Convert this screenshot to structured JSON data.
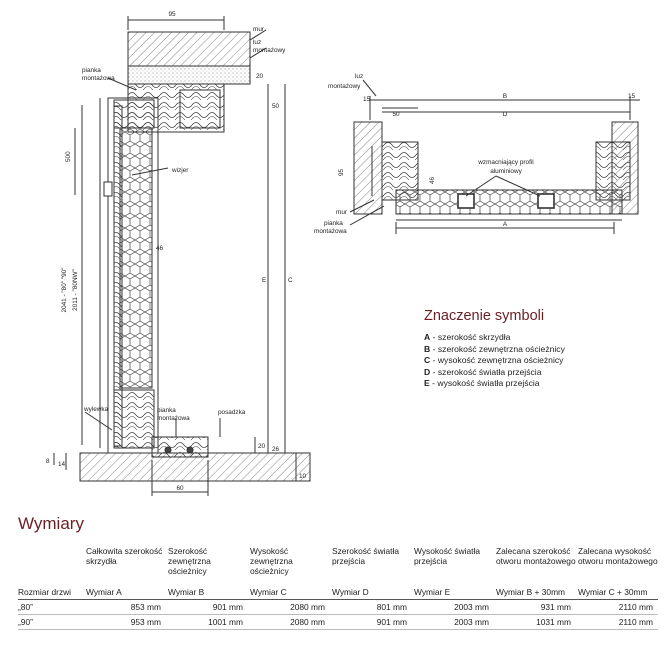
{
  "drawing": {
    "labels": {
      "d95": "95",
      "mur": "mur",
      "luz1": "luz",
      "luz2": "montażowy",
      "pianka1": "pianka",
      "pianka2": "montażowa",
      "d20top": "20",
      "d50": "50",
      "d500": "500",
      "wizjer": "wizjer",
      "d46": "46",
      "h80_90": "2041 - \"80\"  \"90\"",
      "h80nw": "2011 - \"80NW\"",
      "E": "E",
      "C": "C",
      "wylewka": "wylewka",
      "posadzka": "posadzka",
      "d20bot": "20",
      "d26": "26",
      "d8": "8",
      "d14": "14",
      "d10": "10",
      "d60": "60",
      "p_luz1": "luz",
      "p_luz2": "montażowy",
      "p_15a": "15",
      "p_15b": "15",
      "p_B": "B",
      "p_50": "50",
      "p_D": "D",
      "p_95": "95",
      "p_46": "46",
      "p_prof1": "wzmacniający profil",
      "p_prof2": "aluminiowy",
      "p_mur": "mur",
      "p_pianka1": "pianka",
      "p_pianka2": "montażowa",
      "p_A": "A"
    }
  },
  "legend": {
    "title": "Znaczenie symboli",
    "items": [
      {
        "key": "A",
        "text": " - szerokość skrzydła"
      },
      {
        "key": "B",
        "text": " - szerokość zewnętrzna ościeżnicy"
      },
      {
        "key": "C",
        "text": " - wysokość zewnętrzna ościeżnicy"
      },
      {
        "key": "D",
        "text": " - szerokość światła przejścia"
      },
      {
        "key": "E",
        "text": " - wysokość światła przejścia"
      }
    ]
  },
  "dimensions": {
    "title": "Wymiary",
    "headers": [
      "",
      "Całkowita szerokość skrzydła",
      "Szerokość zewnętrzna ościeżnicy",
      "Wysokość zewnętrzna ościeżnicy",
      "Szerokość światła przejścia",
      "Wysokość światła przejścia",
      "Zalecana szerokość otworu montażowego",
      "Zalecana wysokość otworu montażowego"
    ],
    "labels": [
      "Rozmiar drzwi",
      "Wymiar A",
      "Wymiar B",
      "Wymiar C",
      "Wymiar D",
      "Wymiar E",
      "Wymiar B + 30mm",
      "Wymiar C + 30mm"
    ],
    "rows": [
      [
        "„80”",
        "853 mm",
        "901 mm",
        "2080 mm",
        "801 mm",
        "2003 mm",
        "931 mm",
        "2110 mm"
      ],
      [
        "„90”",
        "953 mm",
        "1001 mm",
        "2080 mm",
        "901 mm",
        "2003 mm",
        "1031 mm",
        "2110 mm"
      ]
    ]
  }
}
